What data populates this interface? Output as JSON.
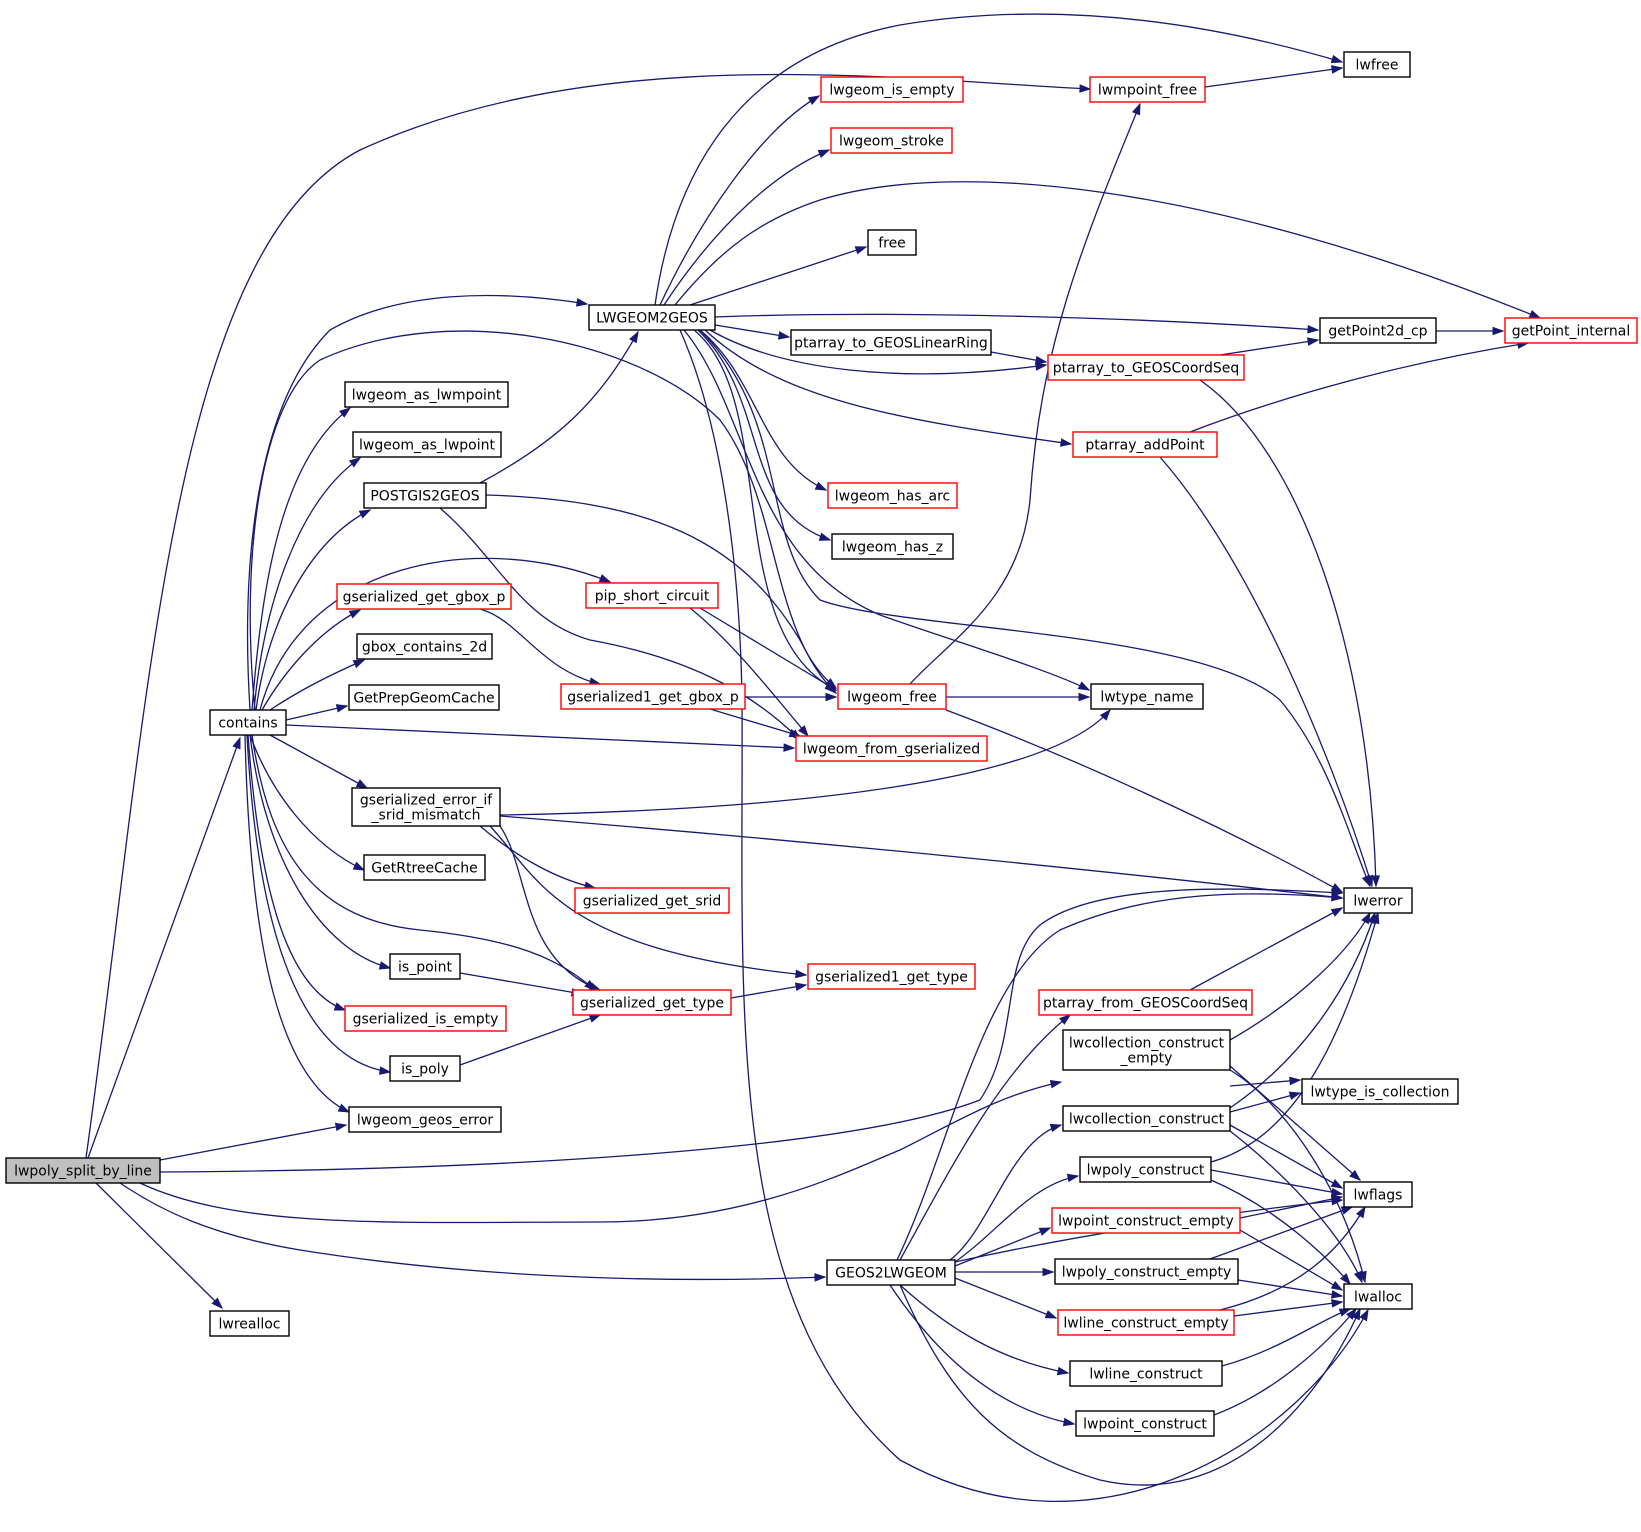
{
  "diagram": {
    "colors": {
      "edge": "#191970",
      "node_border": "#000000",
      "truncated_border": "#ff0000",
      "root_fill": "#bfbfbf"
    },
    "nodes": [
      {
        "id": "n_split",
        "label": "lwpoly_split_by_line",
        "kind": "root"
      },
      {
        "id": "n_contains",
        "label": "contains",
        "kind": "normal"
      },
      {
        "id": "n_lwrealloc",
        "label": "lwrealloc",
        "kind": "normal"
      },
      {
        "id": "n_l2g",
        "label": "LWGEOM2GEOS",
        "kind": "normal"
      },
      {
        "id": "n_asmpt",
        "label": "lwgeom_as_lwmpoint",
        "kind": "normal"
      },
      {
        "id": "n_aspt",
        "label": "lwgeom_as_lwpoint",
        "kind": "normal"
      },
      {
        "id": "n_p2g",
        "label": "POSTGIS2GEOS",
        "kind": "normal"
      },
      {
        "id": "n_ggb",
        "label": "gserialized_get_gbox_p",
        "kind": "truncated"
      },
      {
        "id": "n_gbc",
        "label": "gbox_contains_2d",
        "kind": "normal"
      },
      {
        "id": "n_gpc",
        "label": "GetPrepGeomCache",
        "kind": "normal"
      },
      {
        "id": "n_gesm",
        "label": [
          "gserialized_error_if",
          "_srid_mismatch"
        ],
        "kind": "normal"
      },
      {
        "id": "n_grc",
        "label": "GetRtreeCache",
        "kind": "normal"
      },
      {
        "id": "n_ispt",
        "label": "is_point",
        "kind": "normal"
      },
      {
        "id": "n_gie",
        "label": "gserialized_is_empty",
        "kind": "truncated"
      },
      {
        "id": "n_ispoly",
        "label": "is_poly",
        "kind": "normal"
      },
      {
        "id": "n_lge",
        "label": "lwgeom_geos_error",
        "kind": "normal"
      },
      {
        "id": "n_isempty",
        "label": "lwgeom_is_empty",
        "kind": "truncated"
      },
      {
        "id": "n_stroke",
        "label": "lwgeom_stroke",
        "kind": "truncated"
      },
      {
        "id": "n_free",
        "label": "free",
        "kind": "normal"
      },
      {
        "id": "n_pa2lr",
        "label": "ptarray_to_GEOSLinearRing",
        "kind": "normal"
      },
      {
        "id": "n_hasarc",
        "label": "lwgeom_has_arc",
        "kind": "truncated"
      },
      {
        "id": "n_hasz",
        "label": "lwgeom_has_z",
        "kind": "normal"
      },
      {
        "id": "n_pip",
        "label": "pip_short_circuit",
        "kind": "truncated"
      },
      {
        "id": "n_g1gb",
        "label": "gserialized1_get_gbox_p",
        "kind": "truncated"
      },
      {
        "id": "n_lgfree",
        "label": "lwgeom_free",
        "kind": "truncated"
      },
      {
        "id": "n_lgfs",
        "label": "lwgeom_from_gserialized",
        "kind": "truncated"
      },
      {
        "id": "n_gsrid",
        "label": "gserialized_get_srid",
        "kind": "truncated"
      },
      {
        "id": "n_g1type",
        "label": "gserialized1_get_type",
        "kind": "truncated"
      },
      {
        "id": "n_gtype",
        "label": "gserialized_get_type",
        "kind": "truncated"
      },
      {
        "id": "n_g2l",
        "label": "GEOS2LWGEOM",
        "kind": "normal"
      },
      {
        "id": "n_mpfree",
        "label": "lwmpoint_free",
        "kind": "truncated"
      },
      {
        "id": "n_pa2cs",
        "label": "ptarray_to_GEOSCoordSeq",
        "kind": "truncated"
      },
      {
        "id": "n_paadd",
        "label": "ptarray_addPoint",
        "kind": "truncated"
      },
      {
        "id": "n_lwtname",
        "label": "lwtype_name",
        "kind": "normal"
      },
      {
        "id": "n_pafcs",
        "label": "ptarray_from_GEOSCoordSeq",
        "kind": "truncated"
      },
      {
        "id": "n_lccempty",
        "label": [
          "lwcollection_construct",
          "_empty"
        ],
        "kind": "normal"
      },
      {
        "id": "n_lcc",
        "label": "lwcollection_construct",
        "kind": "normal"
      },
      {
        "id": "n_lpc",
        "label": "lwpoly_construct",
        "kind": "normal"
      },
      {
        "id": "n_lptce",
        "label": "lwpoint_construct_empty",
        "kind": "truncated"
      },
      {
        "id": "n_lpce",
        "label": "lwpoly_construct_empty",
        "kind": "normal"
      },
      {
        "id": "n_llce",
        "label": "lwline_construct_empty",
        "kind": "truncated"
      },
      {
        "id": "n_llc",
        "label": "lwline_construct",
        "kind": "normal"
      },
      {
        "id": "n_lptc",
        "label": "lwpoint_construct",
        "kind": "normal"
      },
      {
        "id": "n_lwfree",
        "label": "lwfree",
        "kind": "normal"
      },
      {
        "id": "n_gp2d",
        "label": "getPoint2d_cp",
        "kind": "normal"
      },
      {
        "id": "n_gpi",
        "label": "getPoint_internal",
        "kind": "truncated"
      },
      {
        "id": "n_lwerror",
        "label": "lwerror",
        "kind": "normal"
      },
      {
        "id": "n_lwtic",
        "label": "lwtype_is_collection",
        "kind": "normal"
      },
      {
        "id": "n_lwflags",
        "label": "lwflags",
        "kind": "normal"
      },
      {
        "id": "n_lwalloc",
        "label": "lwalloc",
        "kind": "normal"
      }
    ],
    "edges": [
      {
        "from": "n_split",
        "to": "n_contains"
      },
      {
        "from": "n_split",
        "to": "n_lwrealloc"
      },
      {
        "from": "n_split",
        "to": "n_lge"
      },
      {
        "from": "n_split",
        "to": "n_mpfree"
      },
      {
        "from": "n_split",
        "to": "n_lwerror"
      },
      {
        "from": "n_split",
        "to": "n_lccempty"
      },
      {
        "from": "n_split",
        "to": "n_g2l"
      },
      {
        "from": "n_contains",
        "to": "n_l2g"
      },
      {
        "from": "n_contains",
        "to": "n_asmpt"
      },
      {
        "from": "n_contains",
        "to": "n_aspt"
      },
      {
        "from": "n_contains",
        "to": "n_p2g"
      },
      {
        "from": "n_contains",
        "to": "n_ggb"
      },
      {
        "from": "n_contains",
        "to": "n_gbc"
      },
      {
        "from": "n_contains",
        "to": "n_gpc"
      },
      {
        "from": "n_contains",
        "to": "n_gesm"
      },
      {
        "from": "n_contains",
        "to": "n_grc"
      },
      {
        "from": "n_contains",
        "to": "n_ispt"
      },
      {
        "from": "n_contains",
        "to": "n_gie"
      },
      {
        "from": "n_contains",
        "to": "n_ispoly"
      },
      {
        "from": "n_contains",
        "to": "n_lge"
      },
      {
        "from": "n_contains",
        "to": "n_pip"
      },
      {
        "from": "n_contains",
        "to": "n_lgfree"
      },
      {
        "from": "n_contains",
        "to": "n_lgfs"
      },
      {
        "from": "n_contains",
        "to": "n_gtype"
      },
      {
        "from": "n_l2g",
        "to": "n_lwfree"
      },
      {
        "from": "n_l2g",
        "to": "n_isempty"
      },
      {
        "from": "n_l2g",
        "to": "n_stroke"
      },
      {
        "from": "n_l2g",
        "to": "n_free"
      },
      {
        "from": "n_l2g",
        "to": "n_gpi"
      },
      {
        "from": "n_l2g",
        "to": "n_gp2d"
      },
      {
        "from": "n_l2g",
        "to": "n_pa2lr"
      },
      {
        "from": "n_l2g",
        "to": "n_pa2cs"
      },
      {
        "from": "n_l2g",
        "to": "n_paadd"
      },
      {
        "from": "n_l2g",
        "to": "n_hasarc"
      },
      {
        "from": "n_l2g",
        "to": "n_hasz"
      },
      {
        "from": "n_l2g",
        "to": "n_lgfree"
      },
      {
        "from": "n_l2g",
        "to": "n_lwtname"
      },
      {
        "from": "n_l2g",
        "to": "n_lwerror"
      },
      {
        "from": "n_l2g",
        "to": "n_lwalloc"
      },
      {
        "from": "n_p2g",
        "to": "n_l2g"
      },
      {
        "from": "n_p2g",
        "to": "n_lgfree"
      },
      {
        "from": "n_p2g",
        "to": "n_lgfs"
      },
      {
        "from": "n_ggb",
        "to": "n_g1gb"
      },
      {
        "from": "n_g1gb",
        "to": "n_lgfree"
      },
      {
        "from": "n_g1gb",
        "to": "n_lgfs"
      },
      {
        "from": "n_pip",
        "to": "n_lgfree"
      },
      {
        "from": "n_pip",
        "to": "n_lgfs"
      },
      {
        "from": "n_lgfree",
        "to": "n_mpfree"
      },
      {
        "from": "n_lgfree",
        "to": "n_lwtname"
      },
      {
        "from": "n_lgfree",
        "to": "n_lwerror"
      },
      {
        "from": "n_gesm",
        "to": "n_gsrid"
      },
      {
        "from": "n_gesm",
        "to": "n_g1type"
      },
      {
        "from": "n_gesm",
        "to": "n_gtype"
      },
      {
        "from": "n_gesm",
        "to": "n_lwtname"
      },
      {
        "from": "n_gesm",
        "to": "n_lwerror"
      },
      {
        "from": "n_ispt",
        "to": "n_gtype"
      },
      {
        "from": "n_ispoly",
        "to": "n_gtype"
      },
      {
        "from": "n_gtype",
        "to": "n_g1type"
      },
      {
        "from": "n_mpfree",
        "to": "n_lwfree"
      },
      {
        "from": "n_pa2lr",
        "to": "n_pa2cs"
      },
      {
        "from": "n_pa2cs",
        "to": "n_gp2d"
      },
      {
        "from": "n_pa2cs",
        "to": "n_lwerror"
      },
      {
        "from": "n_paadd",
        "to": "n_gpi"
      },
      {
        "from": "n_paadd",
        "to": "n_lwerror"
      },
      {
        "from": "n_gp2d",
        "to": "n_gpi"
      },
      {
        "from": "n_pafcs",
        "to": "n_lwerror"
      },
      {
        "from": "n_lccempty",
        "to": "n_lwerror"
      },
      {
        "from": "n_lccempty",
        "to": "n_lwtic"
      },
      {
        "from": "n_lccempty",
        "to": "n_lwflags"
      },
      {
        "from": "n_lccempty",
        "to": "n_lwalloc"
      },
      {
        "from": "n_lcc",
        "to": "n_lwerror"
      },
      {
        "from": "n_lcc",
        "to": "n_lwtic"
      },
      {
        "from": "n_lcc",
        "to": "n_lwflags"
      },
      {
        "from": "n_lcc",
        "to": "n_lwalloc"
      },
      {
        "from": "n_lpc",
        "to": "n_lwerror"
      },
      {
        "from": "n_lpc",
        "to": "n_lwflags"
      },
      {
        "from": "n_lpc",
        "to": "n_lwalloc"
      },
      {
        "from": "n_lptce",
        "to": "n_lwflags"
      },
      {
        "from": "n_lptce",
        "to": "n_lwalloc"
      },
      {
        "from": "n_lpce",
        "to": "n_lwflags"
      },
      {
        "from": "n_lpce",
        "to": "n_lwalloc"
      },
      {
        "from": "n_llce",
        "to": "n_lwflags"
      },
      {
        "from": "n_llce",
        "to": "n_lwalloc"
      },
      {
        "from": "n_llc",
        "to": "n_lwalloc"
      },
      {
        "from": "n_lptc",
        "to": "n_lwalloc"
      },
      {
        "from": "n_g2l",
        "to": "n_lwerror"
      },
      {
        "from": "n_g2l",
        "to": "n_pafcs"
      },
      {
        "from": "n_g2l",
        "to": "n_lcc"
      },
      {
        "from": "n_g2l",
        "to": "n_lpc"
      },
      {
        "from": "n_g2l",
        "to": "n_lptce"
      },
      {
        "from": "n_g2l",
        "to": "n_lpce"
      },
      {
        "from": "n_g2l",
        "to": "n_llce"
      },
      {
        "from": "n_g2l",
        "to": "n_llc"
      },
      {
        "from": "n_g2l",
        "to": "n_lptc"
      },
      {
        "from": "n_g2l",
        "to": "n_lwflags"
      },
      {
        "from": "n_g2l",
        "to": "n_lwalloc"
      }
    ]
  }
}
